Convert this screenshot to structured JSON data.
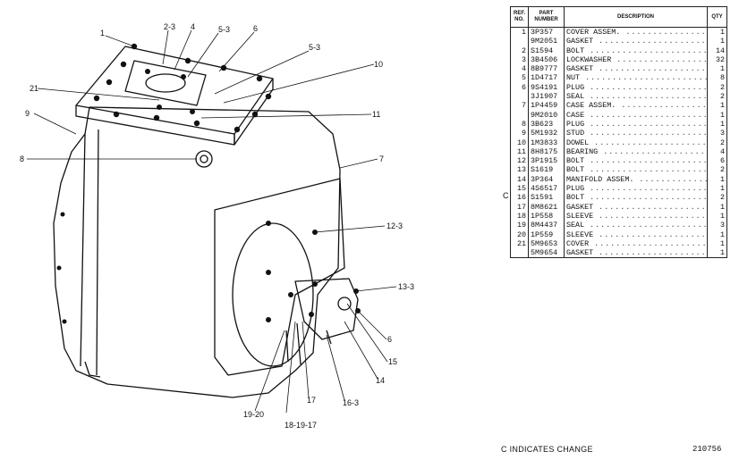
{
  "table": {
    "headers": {
      "ref": "REF. NO.",
      "part": "PART NUMBER",
      "desc": "DESCRIPTION",
      "qty": "QTY"
    },
    "rows": [
      {
        "ref": "1",
        "part": "3P357",
        "desc": "COVER ASSEM.",
        "qty": "1"
      },
      {
        "ref": "",
        "part": "9M2051",
        "desc": "GASKET",
        "qty": "1"
      },
      {
        "ref": "2",
        "part": "S1594",
        "desc": "BOLT",
        "qty": "14"
      },
      {
        "ref": "3",
        "part": "3B4506",
        "desc": "LOCKWASHER",
        "qty": "32"
      },
      {
        "ref": "4",
        "part": "8B9777",
        "desc": "GASKET",
        "qty": "1"
      },
      {
        "ref": "5",
        "part": "1D4717",
        "desc": "NUT",
        "qty": "8"
      },
      {
        "ref": "6",
        "part": "9S4191",
        "desc": "PLUG",
        "qty": "2"
      },
      {
        "ref": "",
        "part": "3J1907",
        "desc": "SEAL",
        "qty": "2"
      },
      {
        "ref": "7",
        "part": "1P4459",
        "desc": "CASE ASSEM.",
        "qty": "1"
      },
      {
        "ref": "",
        "part": "9M2010",
        "desc": "CASE",
        "qty": "1"
      },
      {
        "ref": "8",
        "part": "3B623",
        "desc": "PLUG",
        "qty": "1"
      },
      {
        "ref": "9",
        "part": "5M1932",
        "desc": "STUD",
        "qty": "3"
      },
      {
        "ref": "10",
        "part": "1M3833",
        "desc": "DOWEL",
        "qty": "2"
      },
      {
        "ref": "11",
        "part": "8H8175",
        "desc": "BEARING",
        "qty": "4"
      },
      {
        "ref": "12",
        "part": "3P1915",
        "desc": "BOLT",
        "qty": "6"
      },
      {
        "ref": "13",
        "part": "S1619",
        "desc": "BOLT",
        "qty": "2"
      },
      {
        "ref": "14",
        "part": "3P364",
        "desc": "MANIFOLD ASSEM.",
        "qty": "1"
      },
      {
        "ref": "15",
        "part": "4S6517",
        "desc": "PLUG",
        "qty": "1"
      },
      {
        "ref": "16",
        "part": "S1591",
        "desc": "BOLT",
        "qty": "2"
      },
      {
        "ref": "17",
        "part": "8M8621",
        "desc": "GASKET",
        "qty": "1"
      },
      {
        "ref": "18",
        "part": "1P558",
        "desc": "SLEEVE",
        "qty": "1"
      },
      {
        "ref": "19",
        "part": "8M4437",
        "desc": "SEAL",
        "qty": "3"
      },
      {
        "ref": "20",
        "part": "1P559",
        "desc": "SLEEVE",
        "qty": "1"
      },
      {
        "ref": "21",
        "part": "5M9653",
        "desc": "COVER",
        "qty": "1"
      },
      {
        "ref": "",
        "part": "5M9654",
        "desc": "GASKET",
        "qty": "1"
      }
    ]
  },
  "change_mark": "C",
  "footer": {
    "note": "C INDICATES CHANGE",
    "figure_number": "210756"
  },
  "callouts": [
    "1",
    "2-3",
    "4",
    "5-3",
    "6",
    "5-3",
    "10",
    "21",
    "11",
    "9",
    "8",
    "7",
    "12-3",
    "13-3",
    "6",
    "15",
    "14",
    "16-3",
    "17",
    "18-19-17",
    "19-20"
  ]
}
